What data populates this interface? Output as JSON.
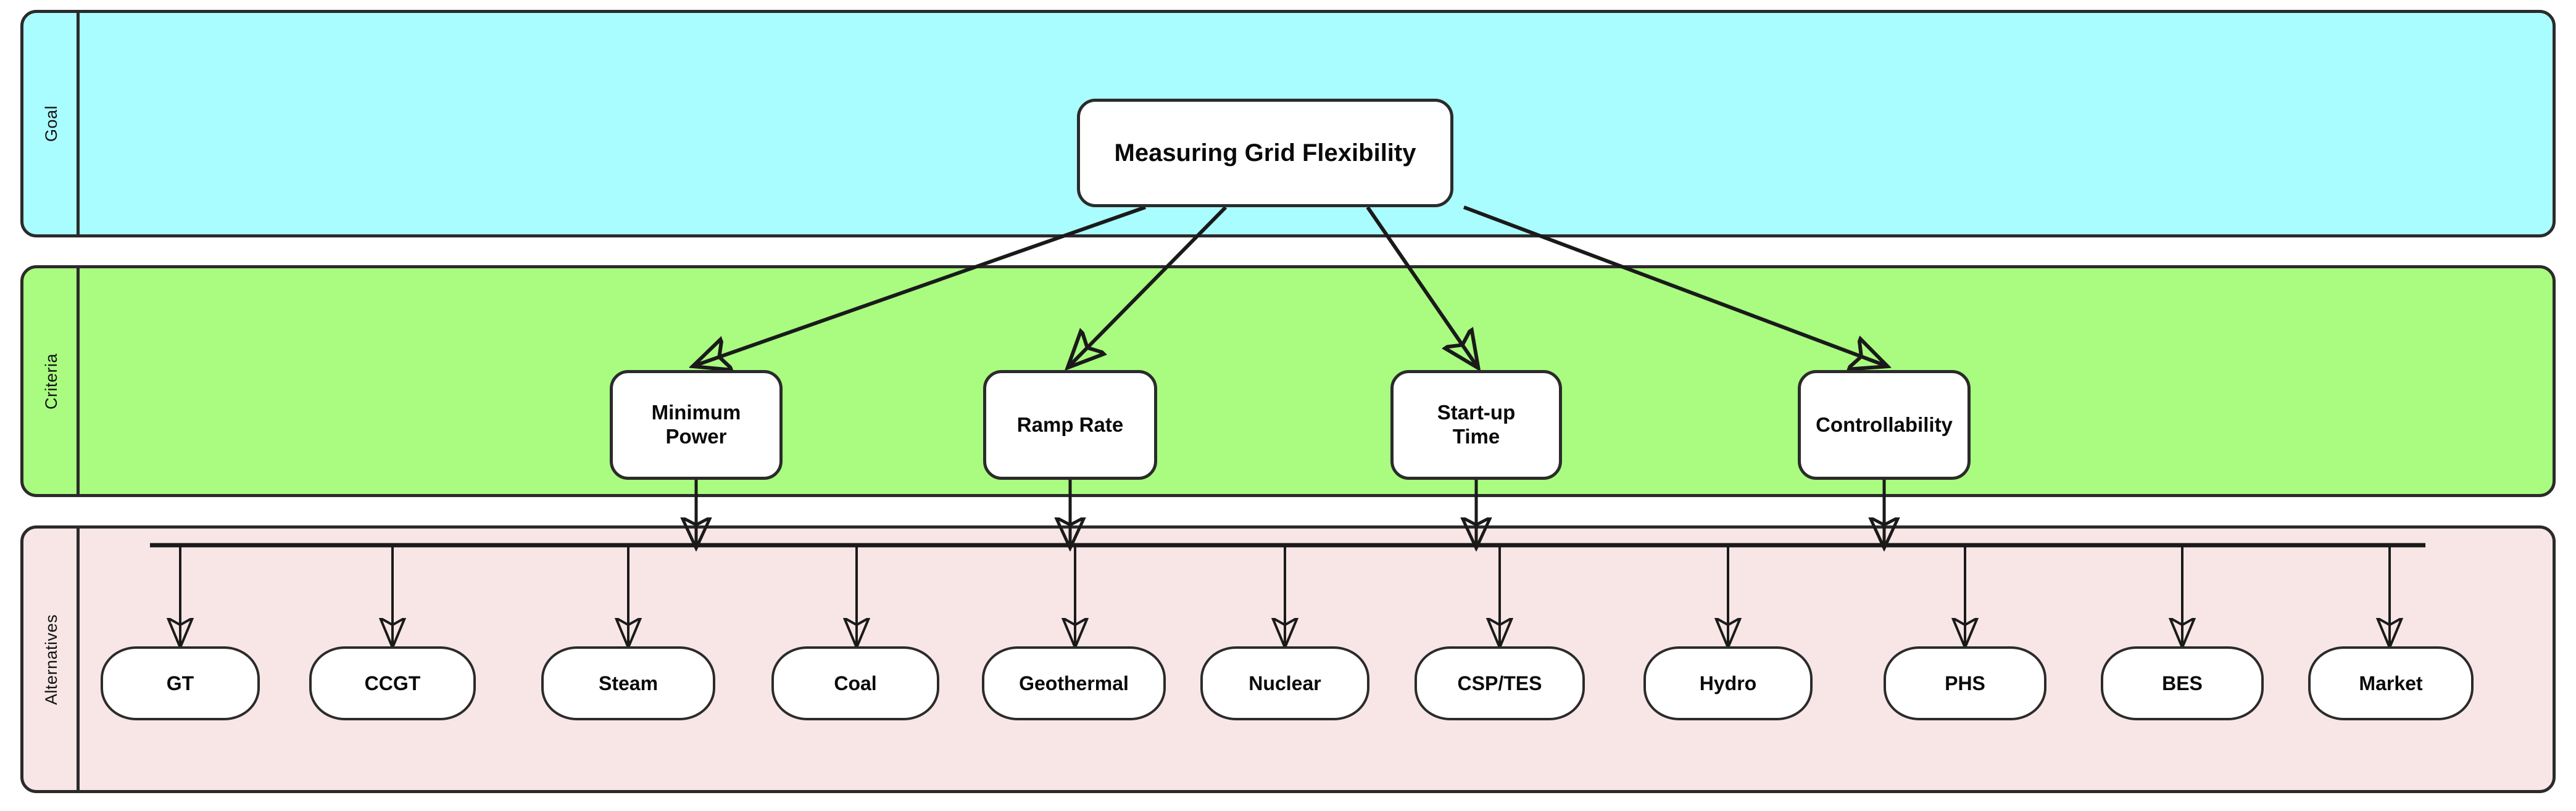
{
  "diagram": {
    "type": "ahp-hierarchy",
    "title_node": "Measuring Grid Flexibility",
    "colors": {
      "goal_band": "#AAFDFF",
      "criteria_band": "#A9FC80",
      "alternatives_band": "#F8E6E6",
      "node_fill": "#FFFFFF",
      "stroke": "#2B2B2B"
    },
    "bands": [
      {
        "id": "goal",
        "label": "Goal"
      },
      {
        "id": "criteria",
        "label": "Criteria"
      },
      {
        "id": "alternatives",
        "label": "Alternatives"
      }
    ],
    "goal": {
      "label": "Measuring Grid Flexibility"
    },
    "criteria": [
      {
        "id": "minimum-power",
        "label": "Minimum\nPower",
        "line1": "Minimum",
        "line2": "Power"
      },
      {
        "id": "ramp-rate",
        "label": "Ramp Rate",
        "line1": "Ramp Rate",
        "line2": ""
      },
      {
        "id": "start-up-time",
        "label": "Start-up\nTime",
        "line1": "Start-up",
        "line2": "Time"
      },
      {
        "id": "controllability",
        "label": "Controllability",
        "line1": "Controllability",
        "line2": ""
      }
    ],
    "alternatives": [
      {
        "id": "gt",
        "label": "GT"
      },
      {
        "id": "ccgt",
        "label": "CCGT"
      },
      {
        "id": "steam",
        "label": "Steam"
      },
      {
        "id": "coal",
        "label": "Coal"
      },
      {
        "id": "geothermal",
        "label": "Geothermal"
      },
      {
        "id": "nuclear",
        "label": "Nuclear"
      },
      {
        "id": "csp-tes",
        "label": "CSP/TES"
      },
      {
        "id": "hydro",
        "label": "Hydro"
      },
      {
        "id": "phs",
        "label": "PHS"
      },
      {
        "id": "bes",
        "label": "BES"
      },
      {
        "id": "market",
        "label": "Market"
      }
    ]
  }
}
